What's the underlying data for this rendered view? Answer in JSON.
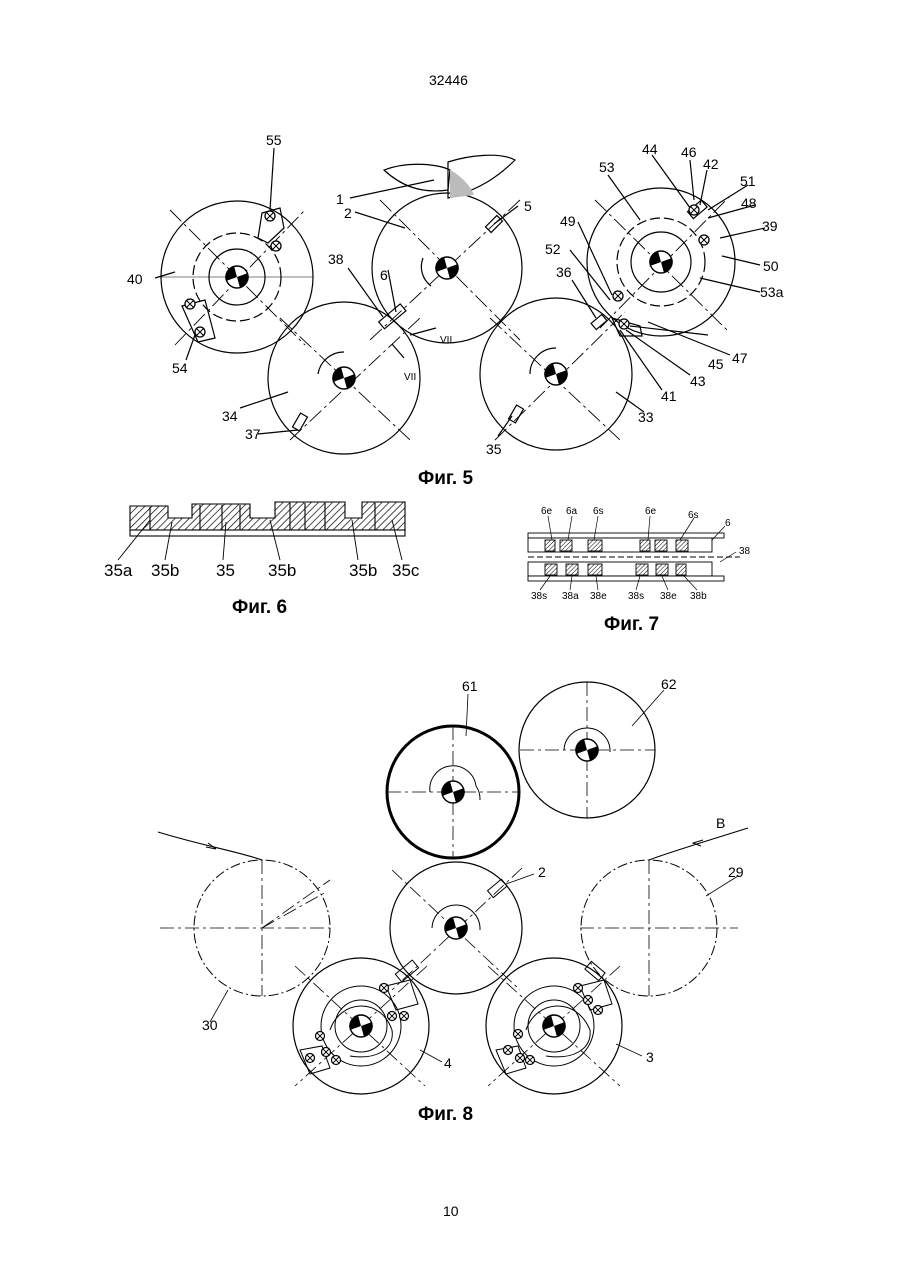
{
  "header": {
    "doc_number": "32446"
  },
  "footer": {
    "page_number": "10"
  },
  "figures": {
    "fig5": {
      "caption": "Фиг. 5",
      "labels": {
        "l55": "55",
        "l1": "1",
        "l2": "2",
        "l5": "5",
        "l53": "53",
        "l44": "44",
        "l46": "46",
        "l42": "42",
        "l51": "51",
        "l48": "48",
        "l39": "39",
        "l49": "49",
        "l52": "52",
        "l36": "36",
        "l50": "50",
        "l53a": "53a",
        "l40": "40",
        "l38": "38",
        "l6": "6",
        "lVIIa": "VII",
        "lVIIb": "VII",
        "l54": "54",
        "l47": "47",
        "l45": "45",
        "l43": "43",
        "l41": "41",
        "l34": "34",
        "l37": "37",
        "l33": "33",
        "l35": "35"
      }
    },
    "fig6": {
      "caption": "Фиг. 6",
      "labels": {
        "l35a": "35a",
        "l35b_1": "35b",
        "l35": "35",
        "l35b_2": "35b",
        "l35b_3": "35b",
        "l35c": "35c"
      }
    },
    "fig7": {
      "caption": "Фиг. 7",
      "labels": {
        "t6e_1": "6e",
        "t6a": "6a",
        "t6s_1": "6s",
        "t6e_2": "6e",
        "t6s_2": "6s",
        "t6": "6",
        "t38": "38",
        "b38s_1": "38s",
        "b38a": "38a",
        "b38e_1": "38e",
        "b38s_2": "38s",
        "b38e_2": "38e",
        "b38b": "38b"
      }
    },
    "fig8": {
      "caption": "Фиг. 8",
      "labels": {
        "l61": "61",
        "l62": "62",
        "lB": "B",
        "l2": "2",
        "l29": "29",
        "l30": "30",
        "l4": "4",
        "l3": "3"
      }
    }
  }
}
